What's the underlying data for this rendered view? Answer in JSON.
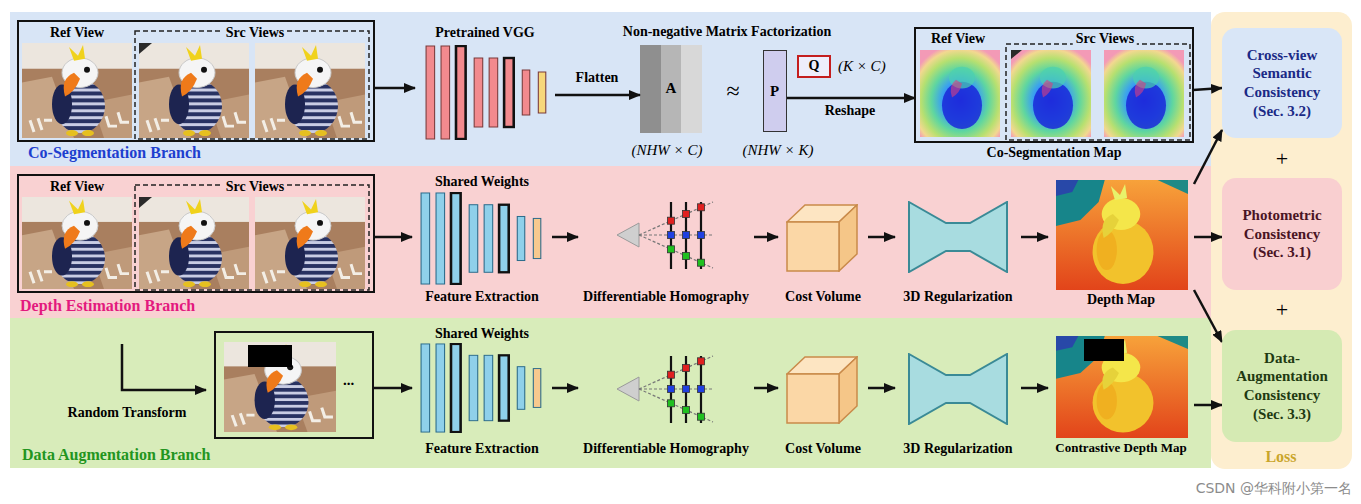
{
  "diagram": {
    "nodes": [
      {
        "text": [
          "Co-Segmentation Branch"
        ]
      },
      {
        "text": [
          "Ref View",
          "Src Views"
        ],
        "in": 0
      },
      {
        "text": [
          "Pretrained VGG"
        ],
        "in": 0
      },
      {
        "text": [
          "A"
        ],
        "in": 0
      },
      {
        "text": [
          "P"
        ],
        "in": 0
      },
      {
        "text": [
          "Q"
        ],
        "in": 0
      },
      {
        "text": [
          "Ref View",
          "Src Views",
          "Co-Segmentation Map"
        ],
        "in": 0
      },
      {
        "text": [
          "Depth Estimation Branch"
        ]
      },
      {
        "text": [
          "Ref View",
          "Src Views"
        ],
        "in": 7
      },
      {
        "text": [
          "Shared Weights",
          "Feature Extraction"
        ],
        "in": 7
      },
      {
        "text": [
          "Differentiable Homography"
        ],
        "in": 7
      },
      {
        "text": [
          "Cost Volume"
        ],
        "in": 7
      },
      {
        "text": [
          "3D Regularization"
        ],
        "in": 7
      },
      {
        "text": [
          "Depth Map"
        ],
        "in": 7
      },
      {
        "text": [
          "Data Augmentation Branch"
        ]
      },
      {
        "text": [
          "..."
        ],
        "in": 14
      },
      {
        "text": [
          "Shared Weights",
          "Feature Extraction"
        ],
        "in": 14
      },
      {
        "text": [
          "Differentiable Homography"
        ],
        "in": 14
      },
      {
        "text": [
          "Cost Volume"
        ],
        "in": 14
      },
      {
        "text": [
          "3D Regularization"
        ],
        "in": 14
      },
      {
        "text": [
          "Contrastive Depth Map"
        ],
        "in": 14
      },
      {
        "text": [
          "Loss"
        ]
      },
      {
        "text": [
          "Cross-view Semantic Consistency (Sec. 3.2)"
        ],
        "in": 21
      },
      {
        "text": [
          "Photometric Consistency (Sec. 3.1)"
        ],
        "in": 21
      },
      {
        "text": [
          "Data-Augmentation Consistency (Sec. 3.3)"
        ],
        "in": 21
      }
    ],
    "edges": [
      {
        "from": 1,
        "to": 2,
        "arrow": "to"
      },
      {
        "from": 2,
        "to": 3,
        "label": "Flatten",
        "arrow": "to"
      },
      {
        "from": 4,
        "to": 6,
        "label": "Reshape",
        "arrow": "to"
      },
      {
        "from": 6,
        "to": 22,
        "arrow": "to"
      },
      {
        "from": 8,
        "to": 9,
        "arrow": "to"
      },
      {
        "from": 9,
        "to": 10,
        "arrow": "to"
      },
      {
        "from": 10,
        "to": 11,
        "arrow": "to"
      },
      {
        "from": 11,
        "to": 12,
        "arrow": "to"
      },
      {
        "from": 12,
        "to": 13,
        "arrow": "to"
      },
      {
        "from": 13,
        "to": 22,
        "arrow": "to"
      },
      {
        "from": 13,
        "to": 23,
        "arrow": "to"
      },
      {
        "from": 13,
        "to": 24,
        "arrow": "to"
      },
      {
        "from": 15,
        "to": 16,
        "arrow": "to"
      },
      {
        "from": 16,
        "to": 17,
        "arrow": "to"
      },
      {
        "from": 17,
        "to": 18,
        "arrow": "to"
      },
      {
        "from": 18,
        "to": 19,
        "arrow": "to"
      },
      {
        "from": 19,
        "to": 20,
        "arrow": "to"
      },
      {
        "from": 20,
        "to": 24,
        "arrow": "to"
      }
    ],
    "labels": [
      "Non-negative Matrix Factorization",
      "≈",
      "(NHW × C)",
      "(NHW × K)",
      "(K × C)",
      "Random Transform",
      "+",
      "+",
      "CSDN @华科附小第一名"
    ]
  }
}
